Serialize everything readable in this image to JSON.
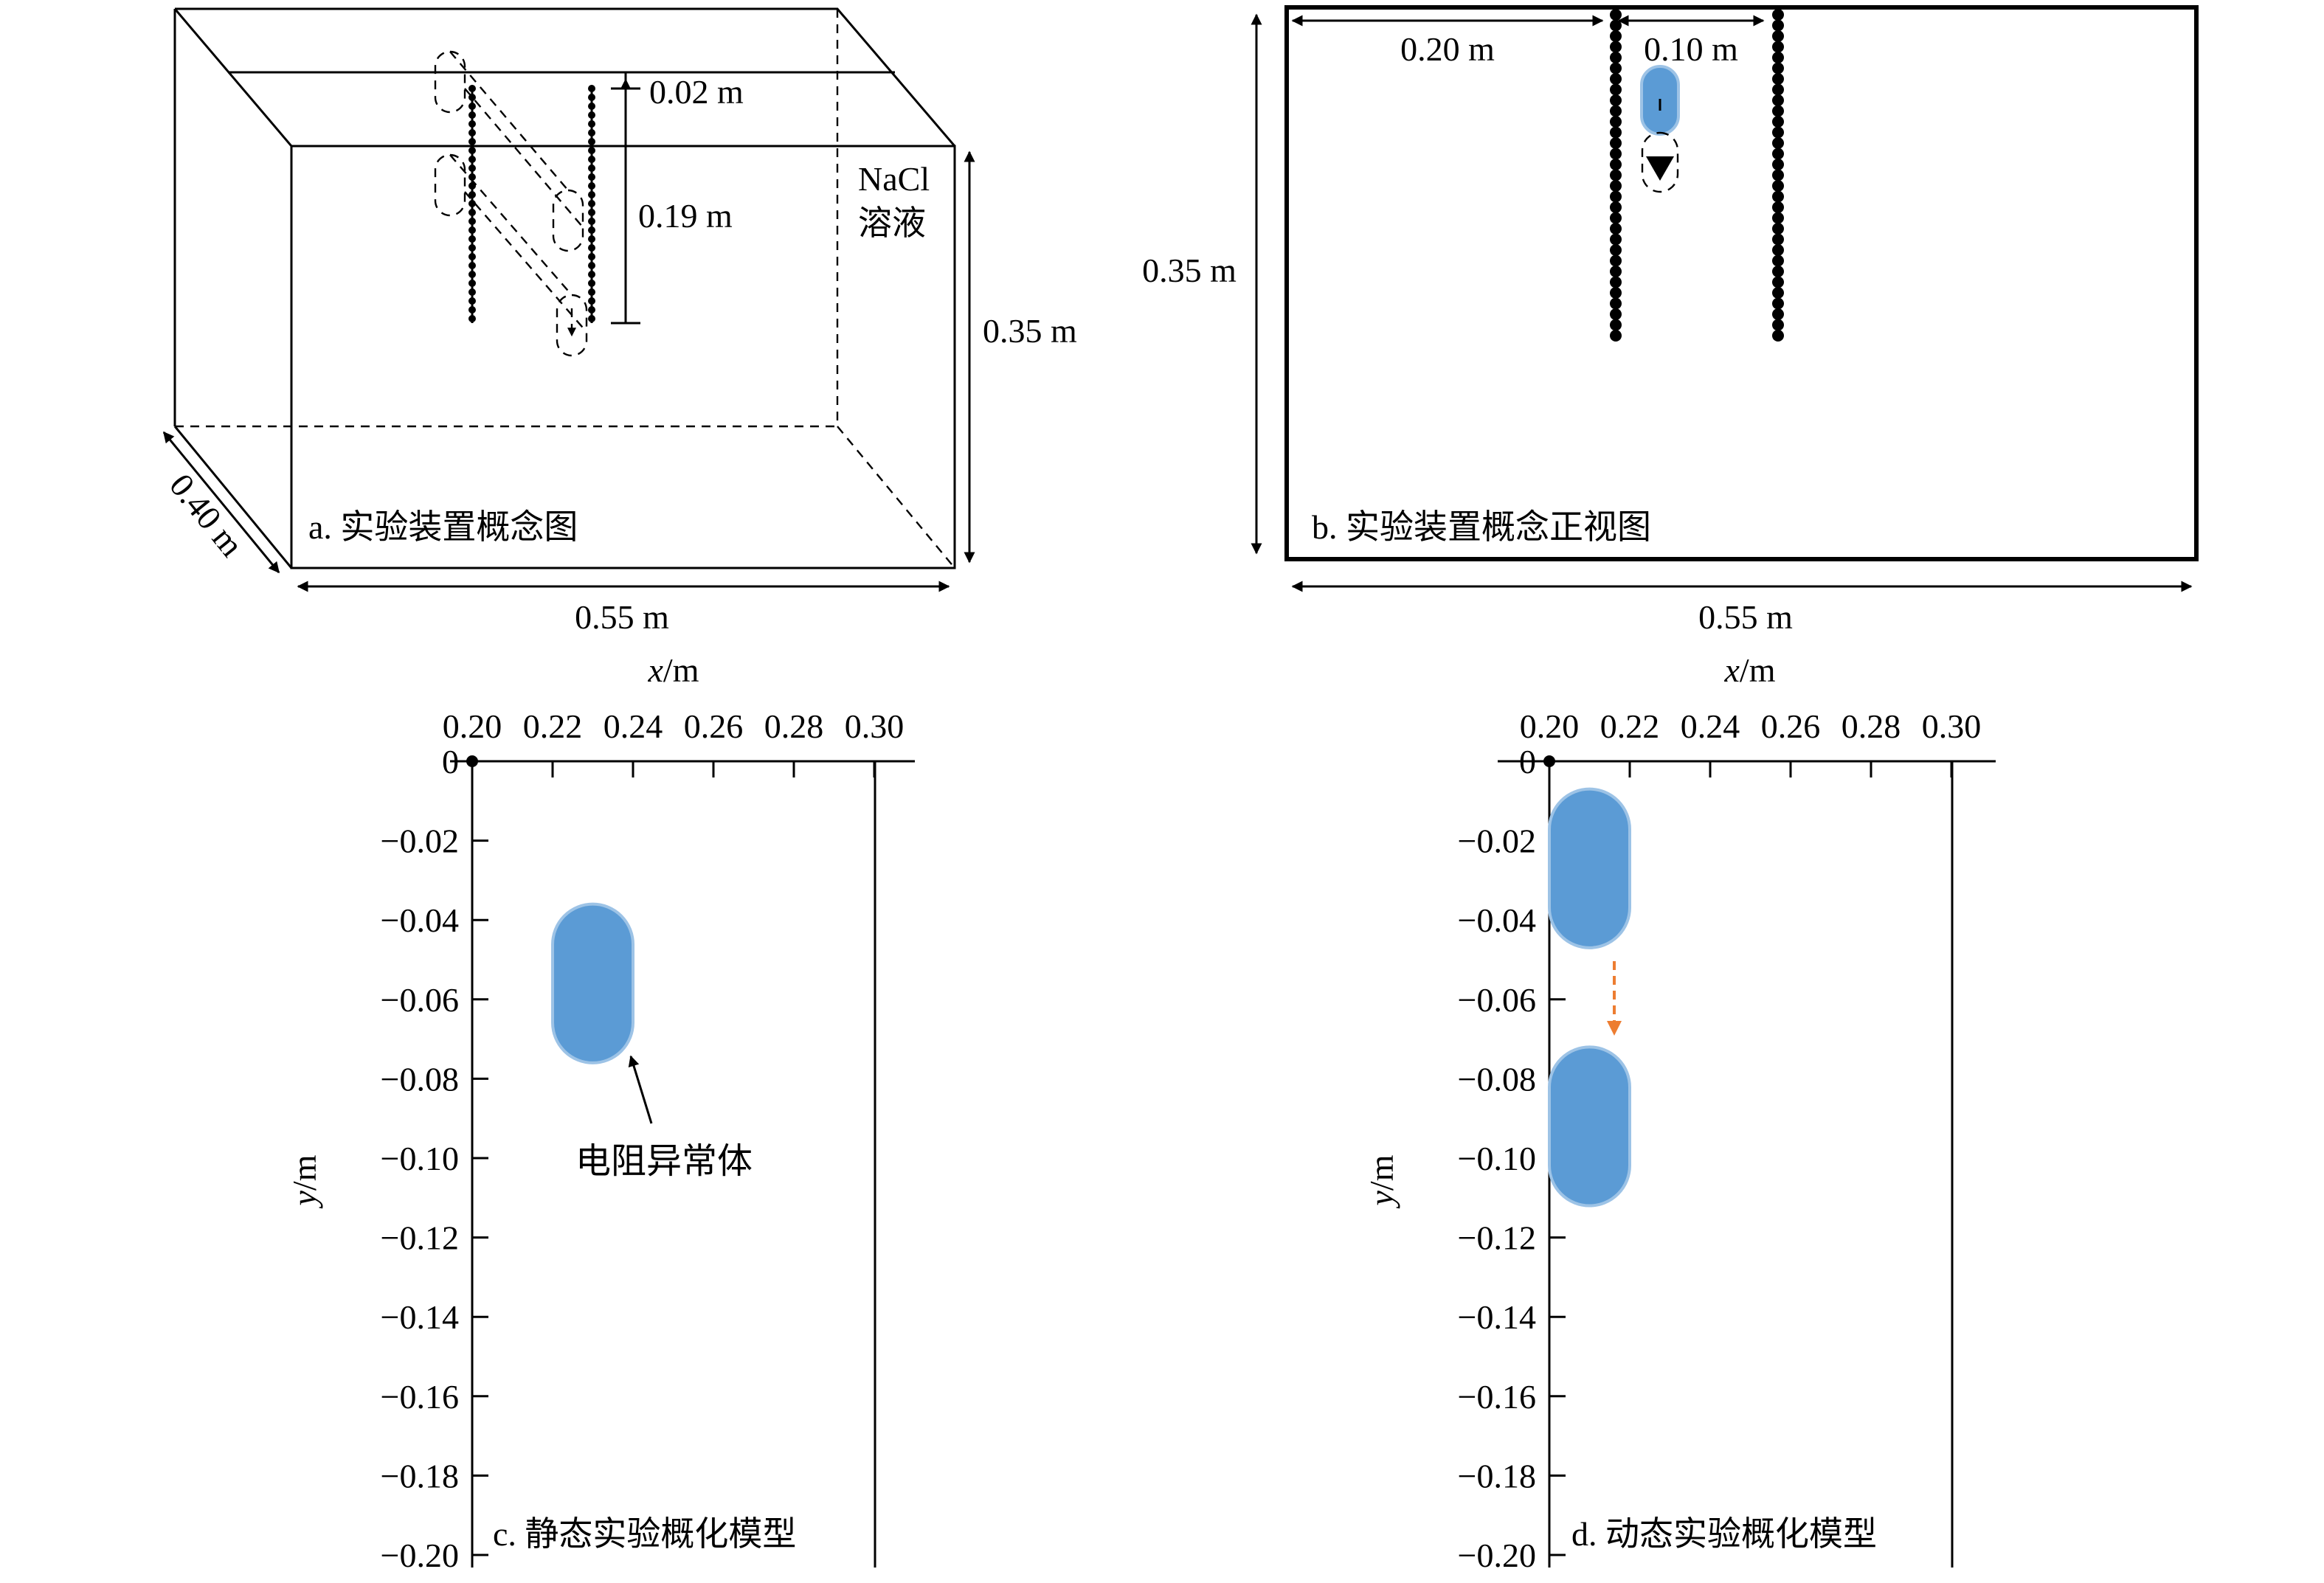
{
  "panel_a": {
    "caption": "a. 实验装置概念图",
    "dim_top_gap": "0.02 m",
    "dim_depth": "0.19 m",
    "dim_height": "0.35 m",
    "dim_width": "0.55 m",
    "dim_thickness": "0.40 m",
    "solution_line1": "NaCl",
    "solution_line2": "溶液"
  },
  "panel_b": {
    "caption": "b. 实验装置概念正视图",
    "dim_left": "0.20 m",
    "dim_spacing": "0.10 m",
    "dim_height": "0.35 m",
    "dim_width": "0.55 m"
  },
  "panel_c": {
    "caption": "c. 静态实验概化模型",
    "anomaly_label": "电阻异常体"
  },
  "panel_d": {
    "caption": "d. 动态实验概化模型"
  },
  "colors": {
    "anomaly_fill": "#5b9bd5",
    "anomaly_edge": "#9dc3e6",
    "motion_arrow": "#ed7d31"
  },
  "chart_data": [
    {
      "type": "diagram",
      "panel": "c",
      "xlabel_var": "x",
      "xlabel_unit": "/m",
      "ylabel_var": "y",
      "ylabel_unit": "/m",
      "x_ticks": [
        "0.20",
        "0.22",
        "0.24",
        "0.26",
        "0.28",
        "0.30"
      ],
      "y_ticks": [
        "0",
        "−0.02",
        "−0.04",
        "−0.06",
        "−0.08",
        "−0.10",
        "−0.12",
        "−0.14",
        "−0.16",
        "−0.18",
        "−0.20"
      ],
      "xlim": [
        0.2,
        0.3
      ],
      "ylim": [
        -0.2,
        0
      ],
      "anomalies": [
        {
          "x_min": 0.22,
          "x_max": 0.24,
          "y_top": -0.036,
          "y_bottom": -0.076
        }
      ]
    },
    {
      "type": "diagram",
      "panel": "d",
      "xlabel_var": "x",
      "xlabel_unit": "/m",
      "ylabel_var": "y",
      "ylabel_unit": "/m",
      "x_ticks": [
        "0.20",
        "0.22",
        "0.24",
        "0.26",
        "0.28",
        "0.30"
      ],
      "y_ticks": [
        "0",
        "−0.02",
        "−0.04",
        "−0.06",
        "−0.08",
        "−0.10",
        "−0.12",
        "−0.14",
        "−0.16",
        "−0.18",
        "−0.20"
      ],
      "xlim": [
        0.2,
        0.3
      ],
      "ylim": [
        -0.2,
        0
      ],
      "anomalies": [
        {
          "x_min": 0.2,
          "x_max": 0.22,
          "y_top": -0.007,
          "y_bottom": -0.047
        },
        {
          "x_min": 0.2,
          "x_max": 0.22,
          "y_top": -0.072,
          "y_bottom": -0.112
        }
      ]
    }
  ]
}
